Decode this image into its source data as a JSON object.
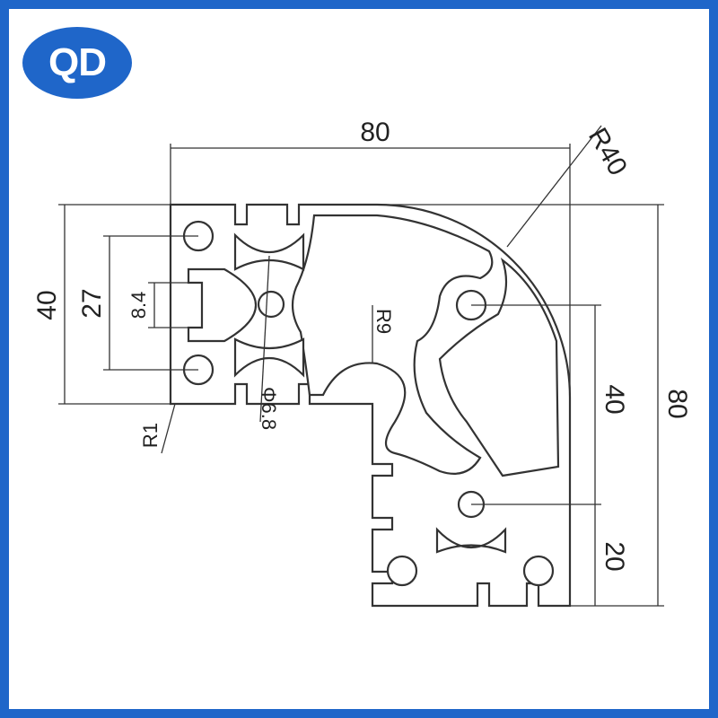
{
  "logo": {
    "text": "QD",
    "color": "#1f66c9"
  },
  "dimensions": {
    "top_width": "80",
    "outer_radius": "R40",
    "left_height": "40",
    "hole_spacing": "27",
    "slot_width": "8.4",
    "corner_radius": "R1",
    "center_hole": "Φ6.8",
    "inner_radius": "R9",
    "right_inner_height": "40",
    "right_height": "80",
    "bottom_offset": "20"
  }
}
